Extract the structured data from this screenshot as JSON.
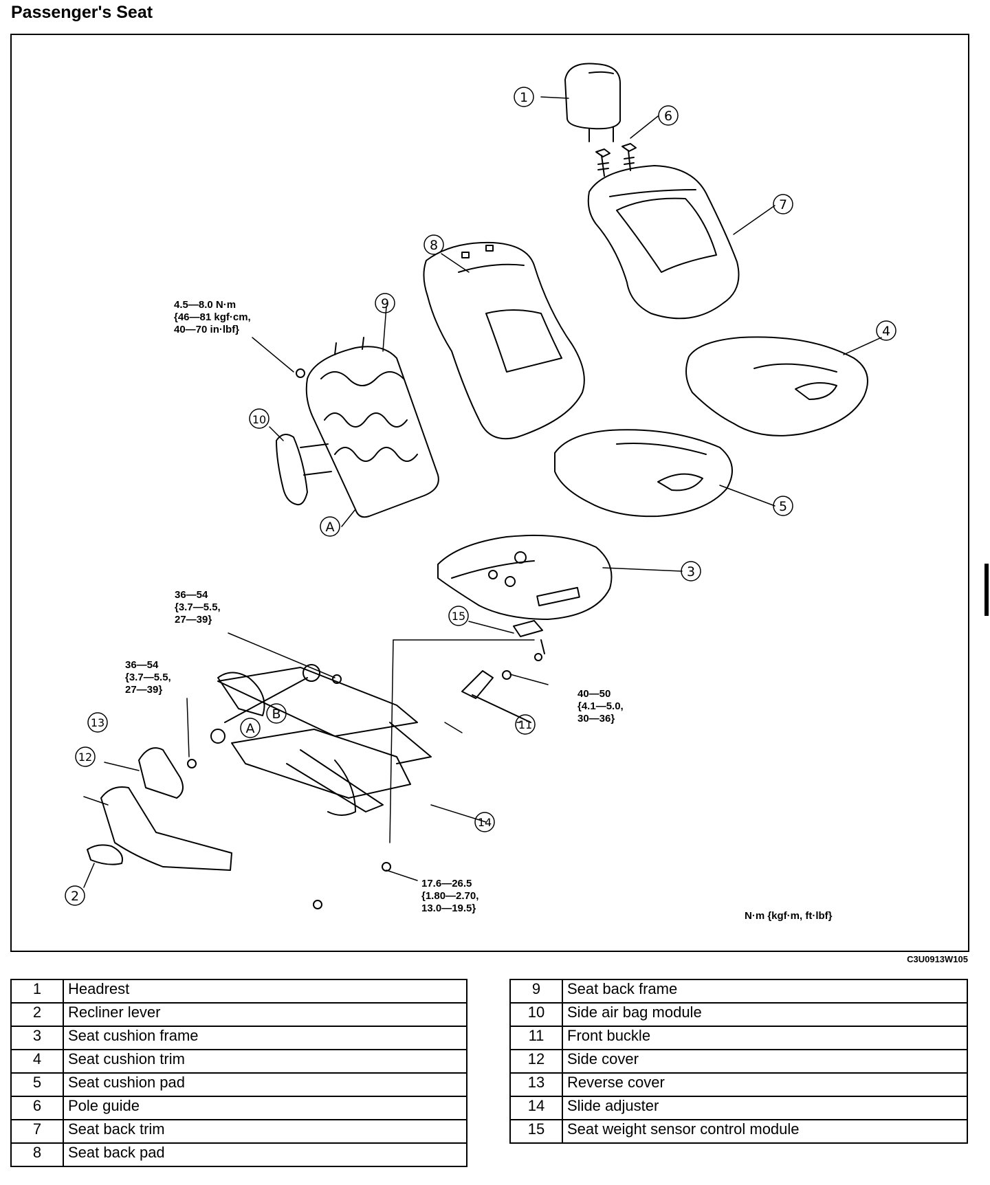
{
  "title": "Passenger's Seat",
  "figure_id": "C3U0913W105",
  "unit_note": "N·m {kgf·m, ft·lbf}",
  "torques": [
    {
      "id": "t1",
      "text": "4.5—8.0 N·m\n{46—81 kgf·cm,\n40—70 in·lbf}"
    },
    {
      "id": "t2",
      "text": "36—54\n{3.7—5.5,\n27—39}"
    },
    {
      "id": "t3",
      "text": "36—54\n{3.7—5.5,\n27—39}"
    },
    {
      "id": "t4",
      "text": "40—50\n{4.1—5.0,\n30—36}"
    },
    {
      "id": "t5",
      "text": "17.6—26.5\n{1.80—2.70,\n13.0—19.5}"
    }
  ],
  "callouts": [
    "1",
    "2",
    "3",
    "4",
    "5",
    "6",
    "7",
    "8",
    "9",
    "10",
    "11",
    "12",
    "13",
    "14",
    "15",
    "A",
    "A",
    "B"
  ],
  "parts_left": [
    {
      "num": "1",
      "name": "Headrest"
    },
    {
      "num": "2",
      "name": "Recliner lever"
    },
    {
      "num": "3",
      "name": "Seat cushion frame"
    },
    {
      "num": "4",
      "name": "Seat cushion trim"
    },
    {
      "num": "5",
      "name": "Seat cushion pad"
    },
    {
      "num": "6",
      "name": "Pole guide"
    },
    {
      "num": "7",
      "name": "Seat back trim"
    },
    {
      "num": "8",
      "name": "Seat back pad"
    }
  ],
  "parts_right": [
    {
      "num": "9",
      "name": "Seat back frame"
    },
    {
      "num": "10",
      "name": "Side air bag module"
    },
    {
      "num": "11",
      "name": "Front buckle"
    },
    {
      "num": "12",
      "name": "Side cover"
    },
    {
      "num": "13",
      "name": "Reverse cover"
    },
    {
      "num": "14",
      "name": "Slide adjuster"
    },
    {
      "num": "15",
      "name": "Seat weight sensor control module"
    }
  ]
}
